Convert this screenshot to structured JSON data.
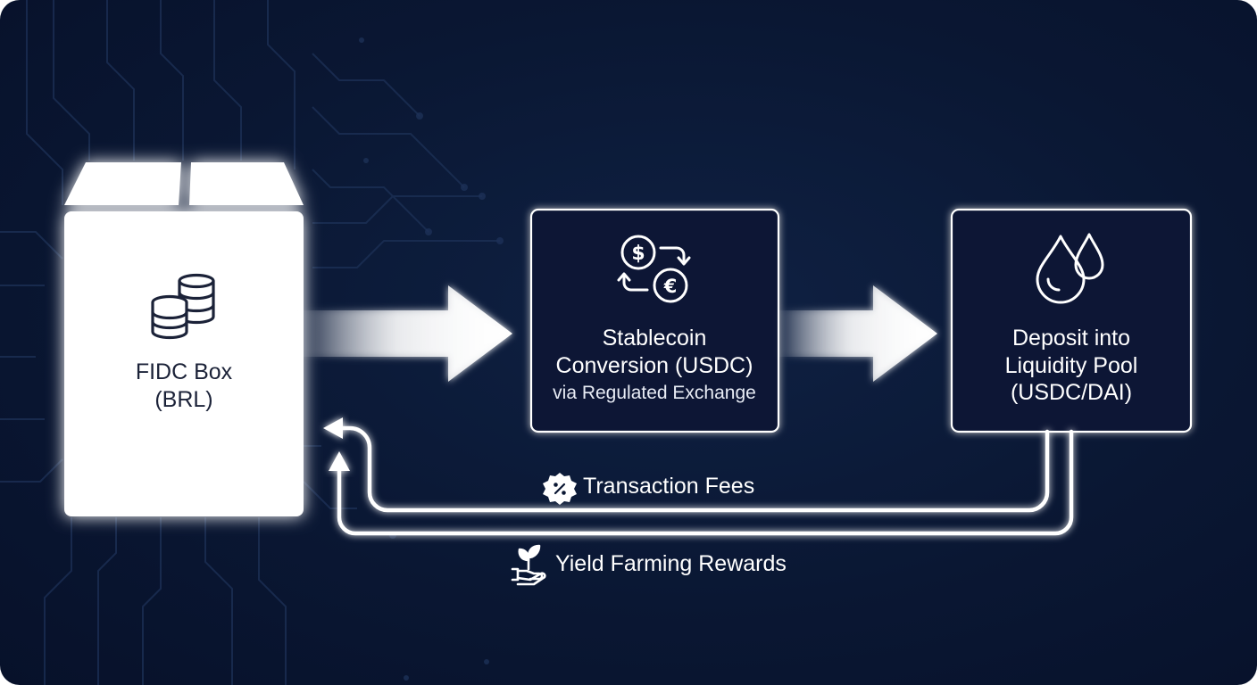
{
  "nodes": {
    "fidc": {
      "line1": "FIDC Box",
      "line2": "(BRL)",
      "icon": "coin-stacks-icon"
    },
    "stablecoin": {
      "line1": "Stablecoin",
      "line2": "Conversion (USDC)",
      "subtitle": "via Regulated Exchange",
      "icon": "currency-exchange-icon"
    },
    "pool": {
      "line1": "Deposit into",
      "line2": "Liquidity Pool",
      "line3": "(USDC/DAI)",
      "icon": "liquidity-drops-icon"
    }
  },
  "flows": {
    "fees": {
      "label": "Transaction Fees",
      "icon": "percent-badge-icon"
    },
    "yield": {
      "label": "Yield Farming Rewards",
      "icon": "hand-plant-icon"
    }
  },
  "colors": {
    "background": "#0a1733",
    "box_fill": "#ffffff",
    "node_border": "#ffffff",
    "text_dark": "#1b2238",
    "text_light": "#ffffff"
  }
}
